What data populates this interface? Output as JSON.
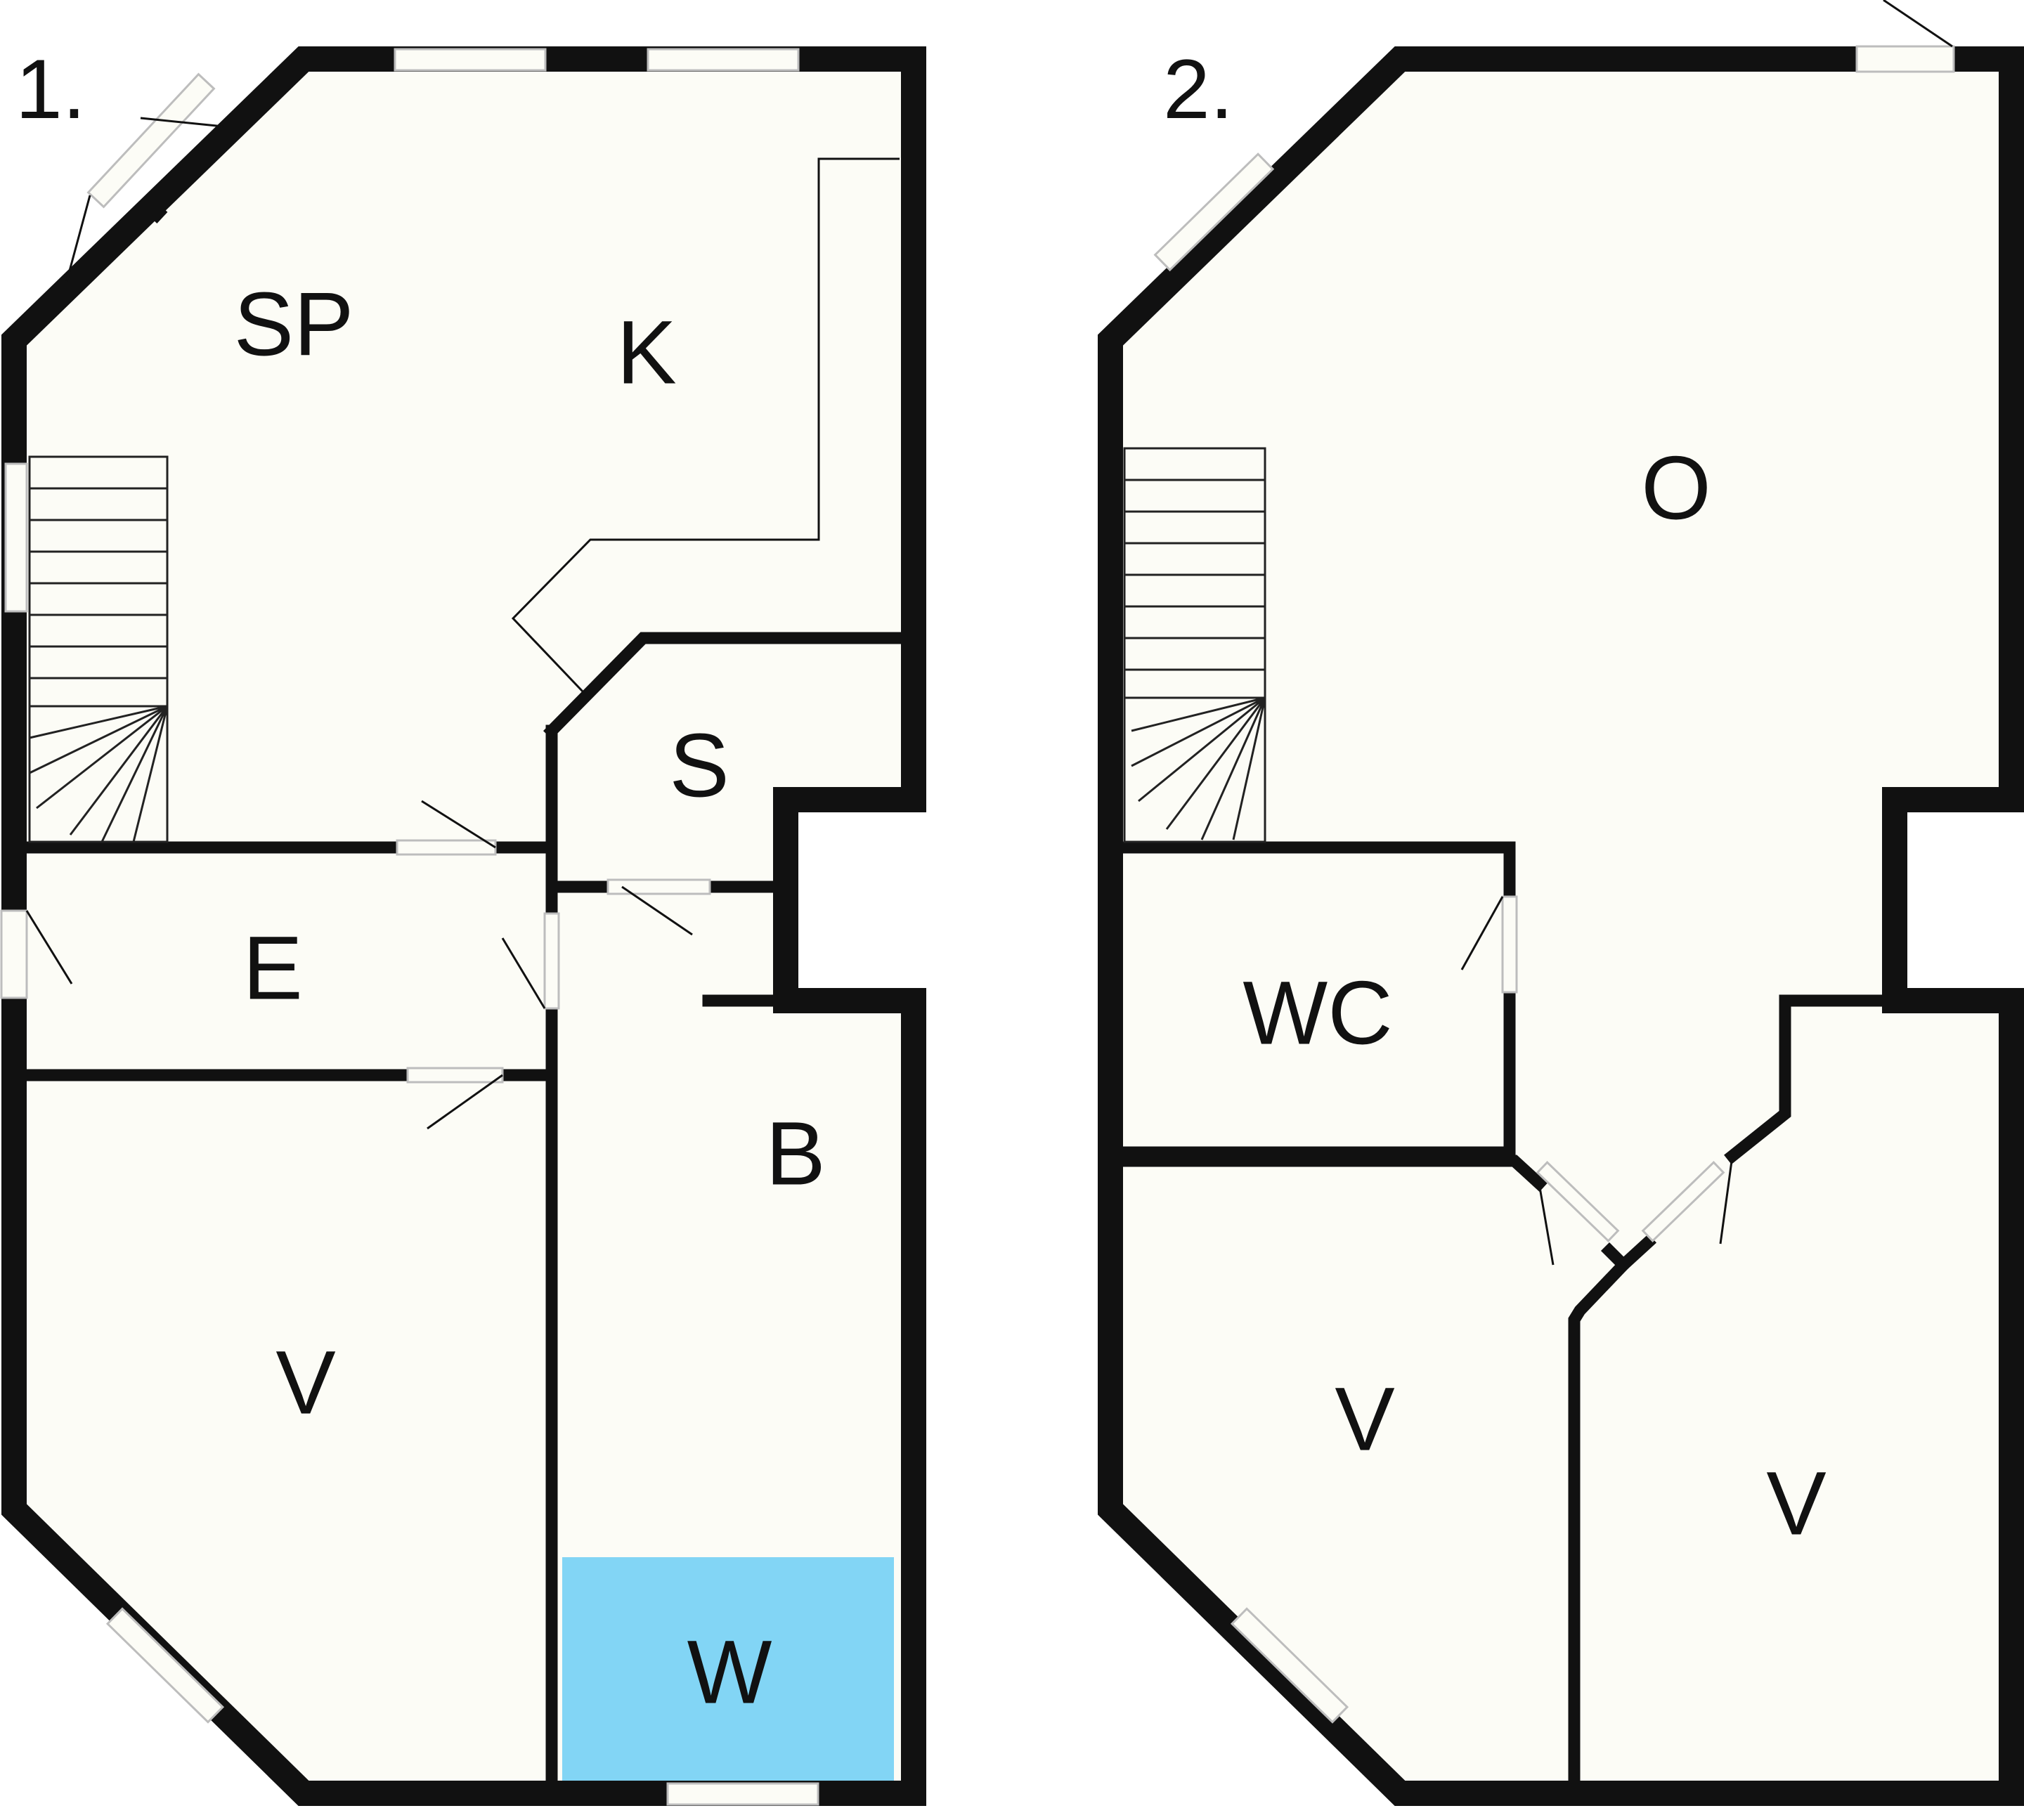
{
  "floors": [
    {
      "number_label": "1.",
      "rooms": {
        "sp": "SP",
        "k": "K",
        "s": "S",
        "e": "E",
        "b": "B",
        "v": "V",
        "w": "W"
      }
    },
    {
      "number_label": "2.",
      "rooms": {
        "o": "O",
        "wc": "WC",
        "v_left": "V",
        "v_right": "V"
      }
    }
  ],
  "colors": {
    "wall": "#111111",
    "floor": "#fcfcf6",
    "water_room": "#82d5f5"
  }
}
